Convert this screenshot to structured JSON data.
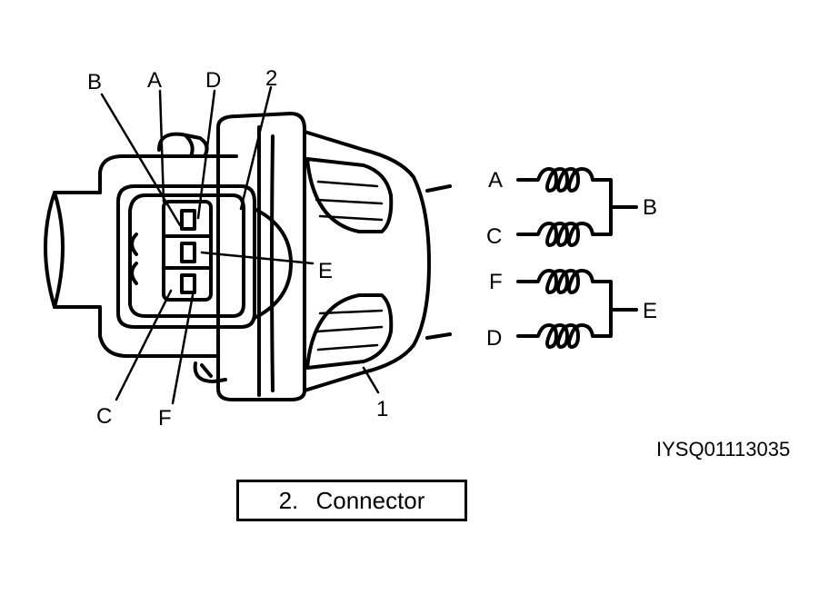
{
  "diagram": {
    "connector_pin_labels": [
      "B",
      "A",
      "D",
      "2",
      "E",
      "C",
      "F",
      "1"
    ],
    "coil_labels": {
      "a": "A",
      "b": "B",
      "c": "C",
      "f": "F",
      "e": "E",
      "d": "D"
    },
    "image_code": "IYSQ01113035",
    "caption": "2.  Connector"
  }
}
